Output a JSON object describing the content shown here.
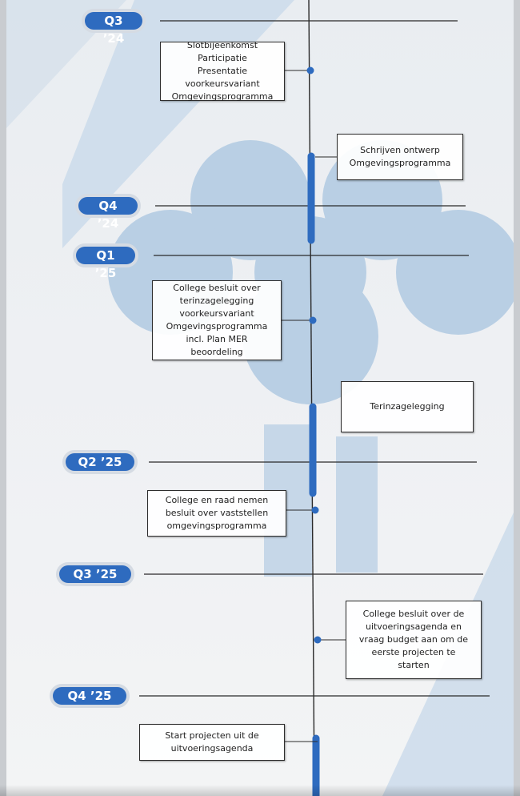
{
  "quarters": [
    "Q3 ’24",
    "Q4 ’24",
    "Q1 ’25",
    "Q2 ’25",
    "Q3 ’25",
    "Q4 ’25"
  ],
  "events": [
    {
      "lines": [
        "Slotbijeenkomst",
        "Participatie",
        "Presentatie",
        "voorkeursvariant",
        "Omgevingsprogramma"
      ]
    },
    {
      "lines": [
        "Schrijven ontwerp",
        "Omgevingsprogramma"
      ]
    },
    {
      "lines": [
        "College besluit over",
        "terinzagelegging",
        "voorkeursvariant",
        "Omgevingsprogramma",
        "incl. Plan MER",
        "beoordeling"
      ]
    },
    {
      "lines": [
        "Terinzagelegging"
      ]
    },
    {
      "lines": [
        "College en raad nemen",
        "besluit over vaststellen",
        "omgevingsprogramma"
      ]
    },
    {
      "lines": [
        "College besluit over de",
        "uitvoeringsagenda en",
        "vraag budget aan om de",
        "eerste projecten te",
        "starten"
      ]
    },
    {
      "lines": [
        "Start projecten uit de",
        "uitvoeringsagenda"
      ]
    }
  ],
  "colors": {
    "accent": "#2e6bbf",
    "line": "#2a2a2a",
    "watermark": "#b7cde2"
  }
}
